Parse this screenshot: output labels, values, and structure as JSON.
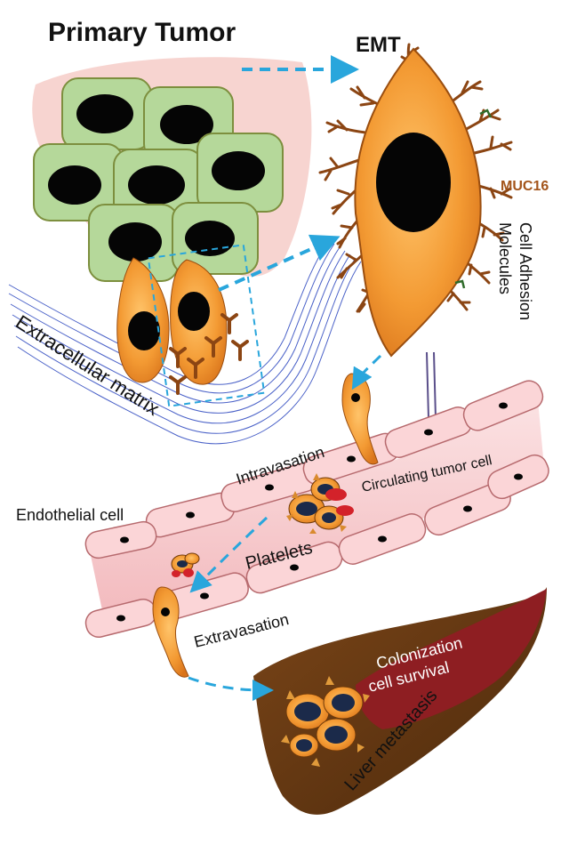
{
  "labels": {
    "primary_tumor": "Primary Tumor",
    "emt": "EMT",
    "muc16": "MUC16",
    "cell_adhesion": "Cell Adhesion",
    "molecules": "Molecules",
    "extracellular_matrix": "Extracellular matrix",
    "intravasation": "Intravasation",
    "circulating_tumor_cell": "Circulating tumor cell",
    "endothelial_cell": "Endothelial cell",
    "platelets": "Platelets",
    "extravasation": "Extravasation",
    "colonization": "Colonization",
    "cell_survival": "cell survival",
    "liver_metastasis": "Liver metastasis"
  },
  "colors": {
    "tumor_cell_fill": "#b5d89a",
    "tumor_cell_stroke": "#7d8f3e",
    "nucleus": "#050505",
    "mesenchymal_cell": "#f0922e",
    "mesenchymal_stroke": "#9a4e10",
    "adhesion_molecule": "#8b4513",
    "arrow": "#29a6dc",
    "vessel_fill": "#f6c6c9",
    "vessel_stroke": "#b76a6e",
    "liver_dark": "#6b3a14",
    "liver_red": "#8e1e22",
    "tumor_background": "#f7d4d0",
    "ecm_fiber": "#4b62c8"
  }
}
